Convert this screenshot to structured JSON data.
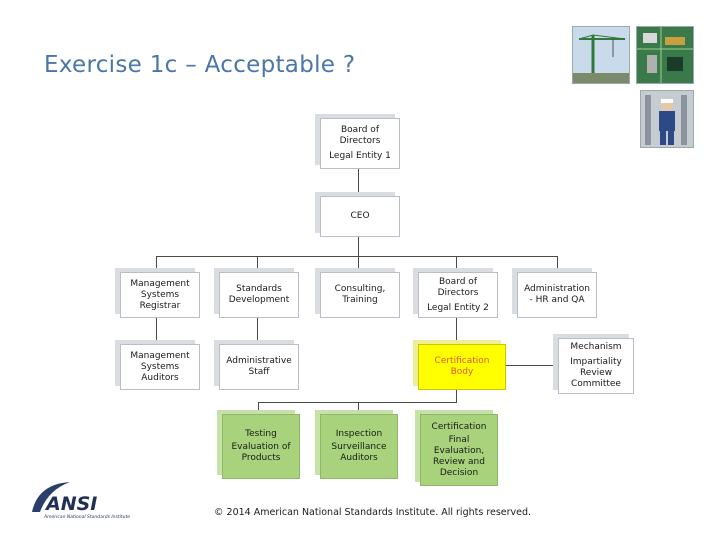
{
  "title": "Exercise 1c – Acceptable ?",
  "footer": "© 2014 American National Standards Institute.  All rights reserved.",
  "logo": {
    "text": "ANSI",
    "tagline": "American National Standards Institute"
  },
  "boxes": {
    "board": {
      "line1": "Board of",
      "line2": "Directors",
      "line3": "Legal Entity 1"
    },
    "ceo": {
      "line1": "CEO"
    },
    "ms_registrar": {
      "line1": "Management",
      "line2": "Systems",
      "line3": "Registrar"
    },
    "standards": {
      "line1": "Standards",
      "line2": "Development"
    },
    "consulting": {
      "line1": "Consulting,",
      "line2": "Training"
    },
    "board2": {
      "line1": "Board of",
      "line2": "Directors",
      "line3": "Legal Entity 2"
    },
    "admin_hr": {
      "line1": "Administration",
      "line2": "- HR and QA"
    },
    "ms_auditors": {
      "line1": "Management",
      "line2": "Systems",
      "line3": "Auditors"
    },
    "admin_staff": {
      "line1": "Administrative",
      "line2": "Staff"
    },
    "cert_body": {
      "line1": "Certification",
      "line2": "Body"
    },
    "impartiality": {
      "line1": "Mechanism",
      "line2": "Impartiality",
      "line3": "Review",
      "line4": "Committee"
    },
    "testing": {
      "line1": "Testing",
      "line2": "Evaluation of",
      "line3": "Products"
    },
    "inspection": {
      "line1": "Inspection",
      "line2": "Surveillance",
      "line3": "Auditors"
    },
    "cert_final": {
      "line1": "Certification",
      "line2": "Final",
      "line3": "Evaluation,",
      "line4": "Review and",
      "line5": "Decision"
    }
  }
}
